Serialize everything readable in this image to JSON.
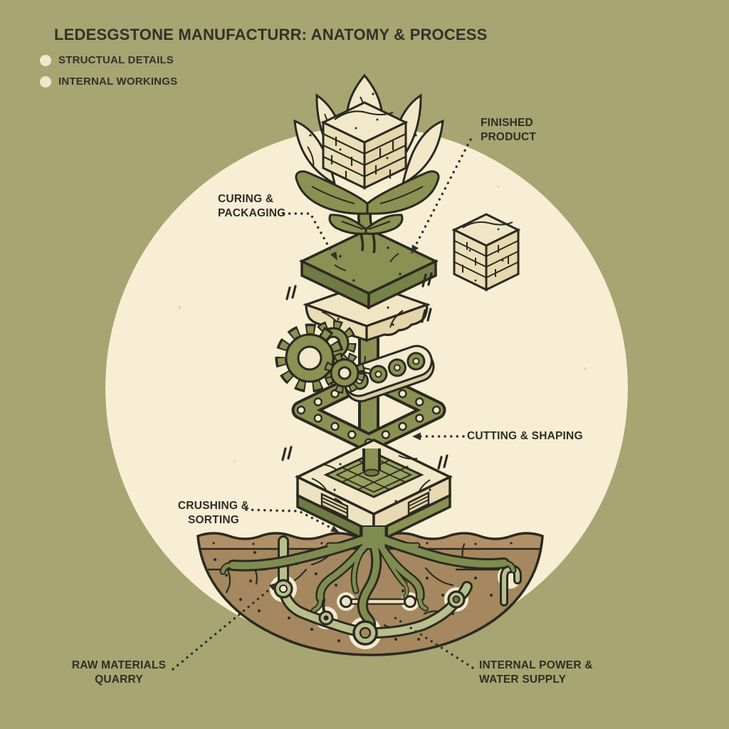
{
  "header": {
    "title": "LEDESGSTONE MANUFACTURR: ANATOMY & PROCESS"
  },
  "legend": {
    "items": [
      {
        "label": "STRUCTUAL DETAILS"
      },
      {
        "label": "INTERNAL WORKINGS"
      }
    ]
  },
  "callouts": {
    "finished_product": {
      "line1": "FINISHED",
      "line2": "PRODUCT"
    },
    "curing_packaging": {
      "line1": "CURING &",
      "line2": "PACKAGING"
    },
    "cutting_shaping": {
      "line1": "CUTTING & SHAPING"
    },
    "crushing_sorting": {
      "line1": "CRUSHING &",
      "line2": "SORTING"
    },
    "raw_materials_quarry": {
      "line1": "RAW MATERIALS",
      "line2": "QUARRY"
    },
    "internal_power_water": {
      "line1": "INTERNAL POWER &",
      "line2": "WATER SUPPLY"
    }
  },
  "colors": {
    "background": "#a7a572",
    "backdrop_circle": "#f7eed4",
    "ink": "#2b2a20",
    "text": "#32312a",
    "green": "#8a9153",
    "green_dark": "#6f7a44",
    "green_mid": "#77814a",
    "green_light": "#97a160",
    "stone": "#f0e5c3",
    "stone_shade": "#e7d8af",
    "soil": "#a5885f",
    "soil_band": "#b29067",
    "pipe": "#b8bf8c",
    "glow": "#f2e9cf",
    "root": "#7f8c50"
  }
}
